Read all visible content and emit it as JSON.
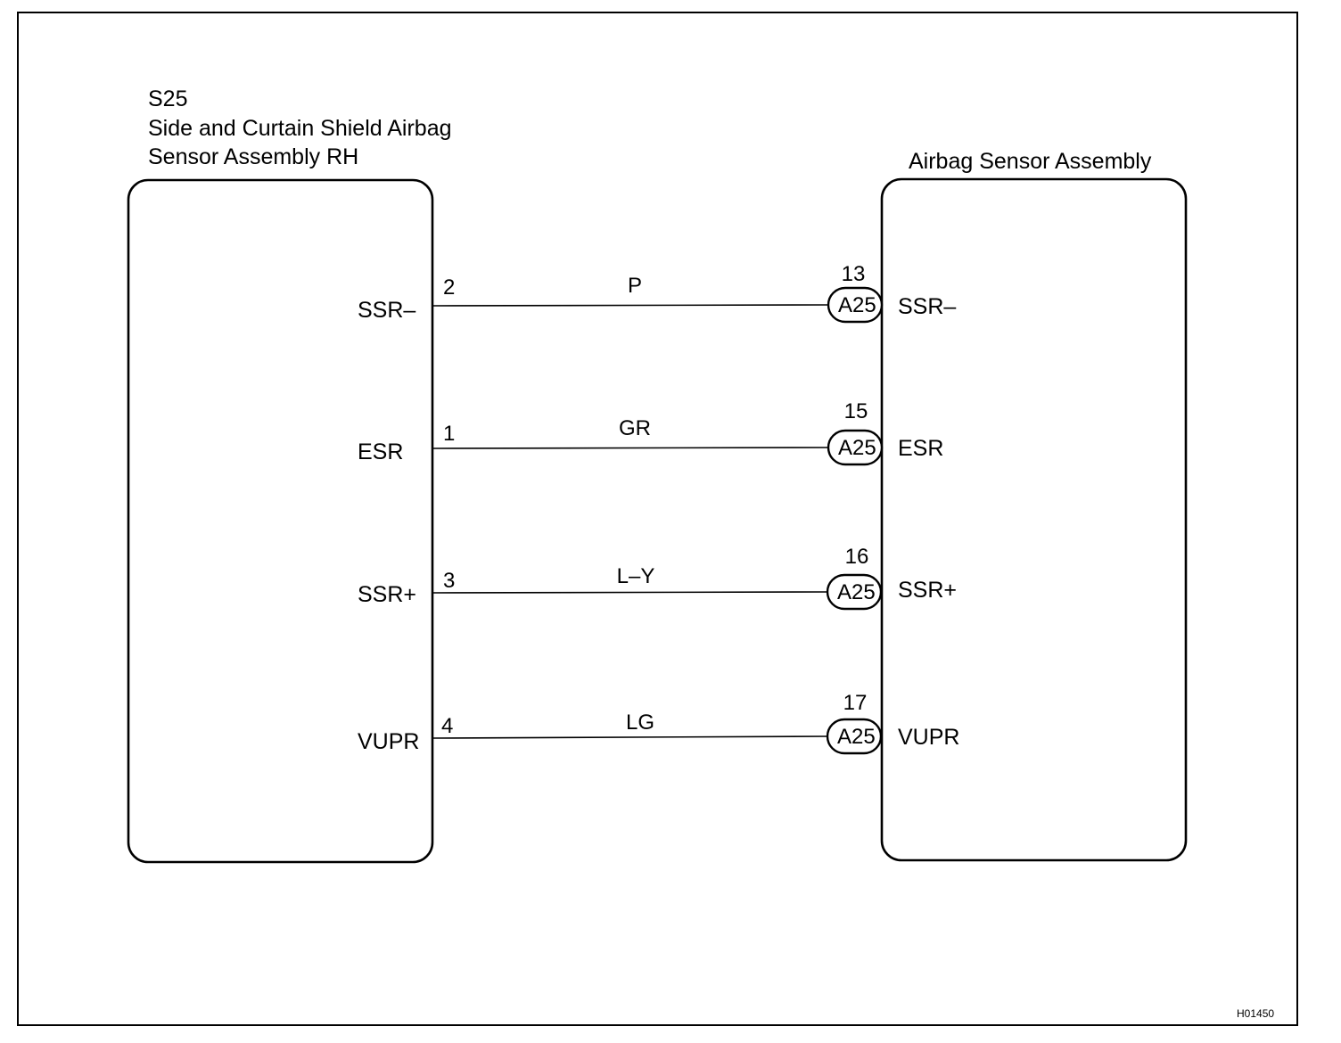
{
  "left_component": {
    "code": "S25",
    "name_line1": "Side and Curtain Shield Airbag",
    "name_line2": "Sensor Assembly RH"
  },
  "right_component": {
    "name": "Airbag Sensor Assembly"
  },
  "wires": [
    {
      "left_pin_label": "SSR–",
      "left_pin_number": "2",
      "wire_color": "P",
      "right_pin_number": "13",
      "connector": "A25",
      "right_pin_label": "SSR–"
    },
    {
      "left_pin_label": "ESR",
      "left_pin_number": "1",
      "wire_color": "GR",
      "right_pin_number": "15",
      "connector": "A25",
      "right_pin_label": "ESR"
    },
    {
      "left_pin_label": "SSR+",
      "left_pin_number": "3",
      "wire_color": "L–Y",
      "right_pin_number": "16",
      "connector": "A25",
      "right_pin_label": "SSR+"
    },
    {
      "left_pin_label": "VUPR",
      "left_pin_number": "4",
      "wire_color": "LG",
      "right_pin_number": "17",
      "connector": "A25",
      "right_pin_label": "VUPR"
    }
  ],
  "figure_code": "H01450"
}
